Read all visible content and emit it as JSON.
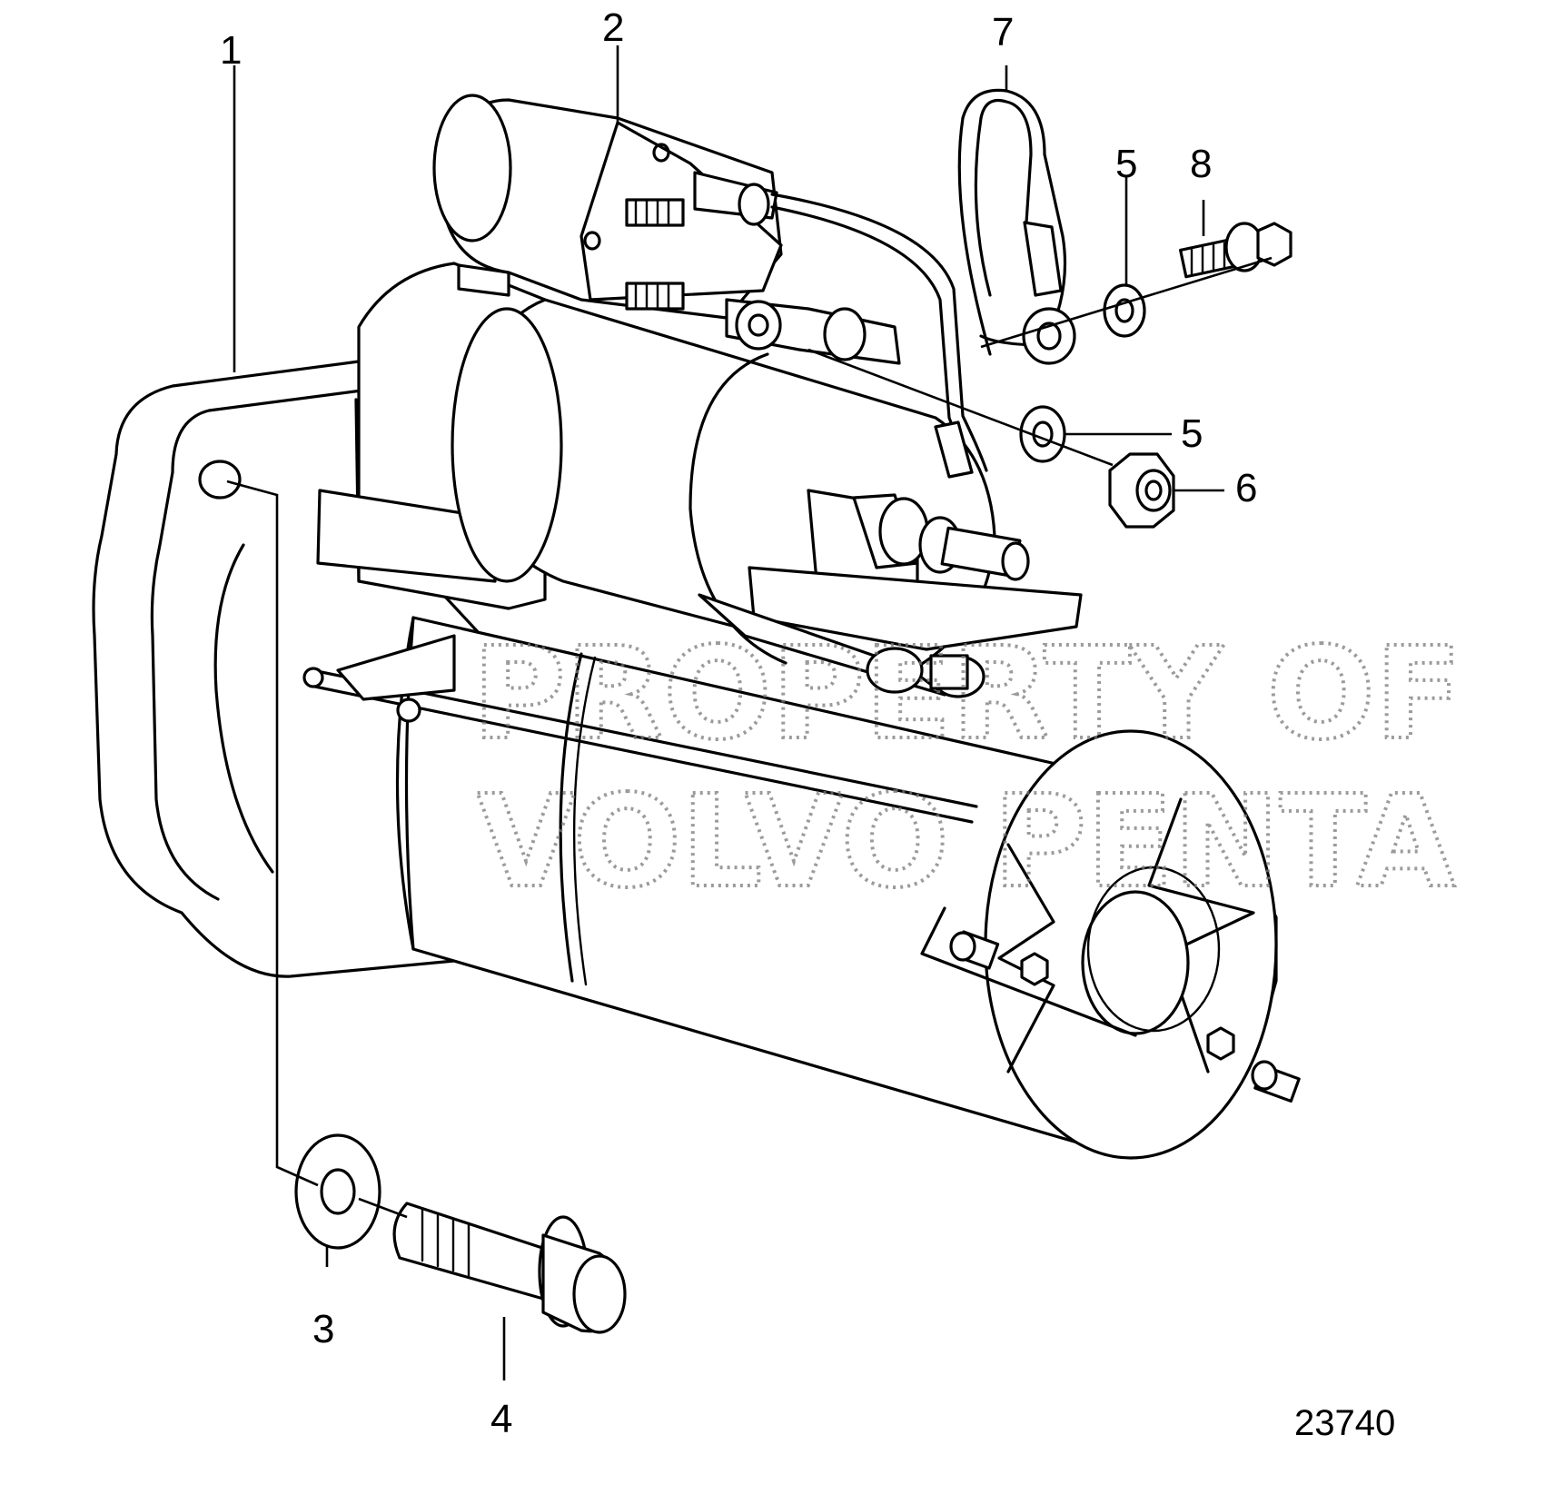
{
  "callouts": [
    {
      "id": "1",
      "label": "1"
    },
    {
      "id": "2",
      "label": "2"
    },
    {
      "id": "3",
      "label": "3"
    },
    {
      "id": "4",
      "label": "4"
    },
    {
      "id": "5a",
      "label": "5"
    },
    {
      "id": "5b",
      "label": "5"
    },
    {
      "id": "6",
      "label": "6"
    },
    {
      "id": "7",
      "label": "7"
    },
    {
      "id": "8",
      "label": "8"
    }
  ],
  "reference_number": "23740",
  "watermark": {
    "line1": "PROPERTY OF",
    "line2": "VOLVO PENTA"
  }
}
